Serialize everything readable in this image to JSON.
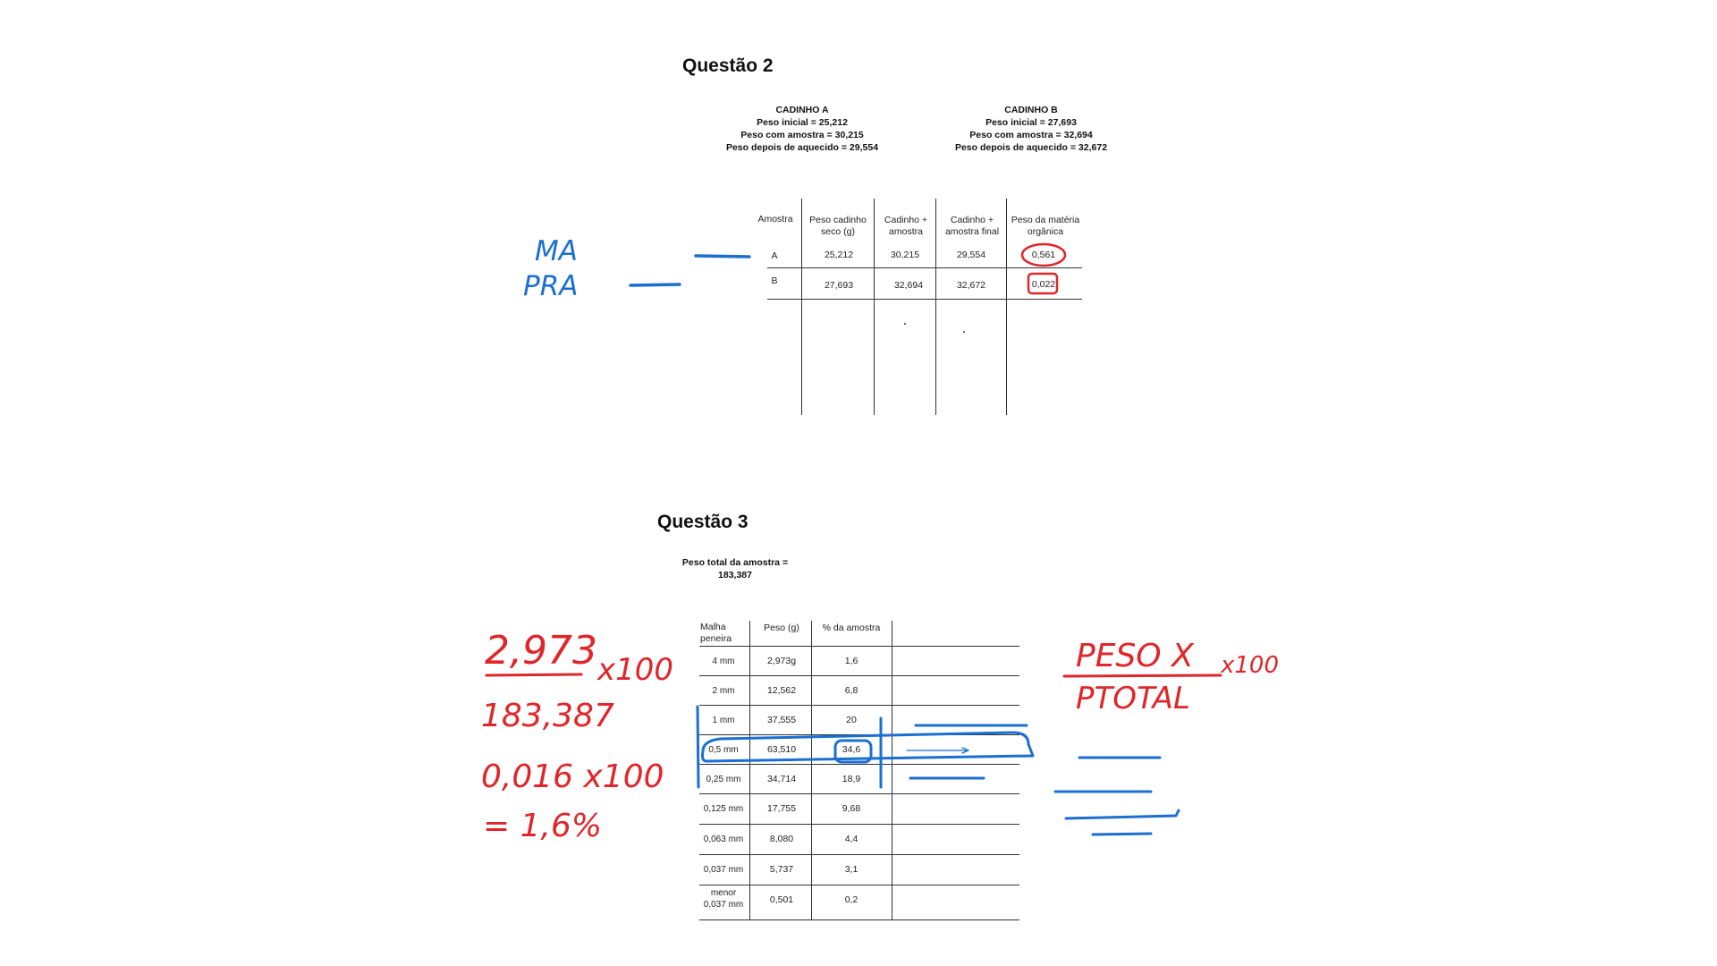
{
  "questao2": {
    "title": "Questão 2",
    "cadinho_a": {
      "name": "CADINHO A",
      "peso_inicial": "Peso inicial = 25,212",
      "peso_com_amostra": "Peso com amostra = 30,215",
      "peso_depois": "Peso depois de aquecido = 29,554"
    },
    "cadinho_b": {
      "name": "CADINHO B",
      "peso_inicial": "Peso inicial = 27,693",
      "peso_com_amostra": "Peso com amostra = 32,694",
      "peso_depois": "Peso depois de aquecido = 32,672"
    },
    "table": {
      "headers": [
        "Amostra",
        "Peso cadinho seco (g)",
        "Cadinho + amostra",
        "Cadinho + amostra final",
        "Peso da matéria orgânica"
      ],
      "rows": [
        [
          "A",
          "25,212",
          "30,215",
          "29,554",
          "0,561"
        ],
        [
          "B",
          "27,693",
          "32,694",
          "32,672",
          "0,022"
        ]
      ]
    }
  },
  "questao3": {
    "title": "Questão 3",
    "peso_total_label": "Peso total da amostra =",
    "peso_total_value": "183,387",
    "table": {
      "headers": [
        "Malha peneira",
        "Peso (g)",
        "% da amostra"
      ],
      "rows": [
        [
          "4 mm",
          "2,973g",
          "1,6"
        ],
        [
          "2 mm",
          "12,562",
          "6,8"
        ],
        [
          "1 mm",
          "37,555",
          "20"
        ],
        [
          "0,5 mm",
          "63,510",
          "34,6"
        ],
        [
          "0,25 mm",
          "34,714",
          "18,9"
        ],
        [
          "0,125 mm",
          "17,755",
          "9,68"
        ],
        [
          "0,063 mm",
          "8,080",
          "4,4"
        ],
        [
          "0,037 mm",
          "5,737",
          "3,1"
        ],
        [
          "menor 0,037 mm",
          "0,501",
          "0,2"
        ]
      ]
    }
  },
  "handwriting": {
    "blue_left": [
      "MA",
      "PRA"
    ],
    "red_numerator": "2,973",
    "red_times1": "x100",
    "red_denominator": "183,387",
    "red_step": "0,016 x100",
    "red_result": "= 1,6%",
    "red_formula_top": "PESO X",
    "red_formula_times": "x100",
    "red_formula_bottom": "PTOTAL"
  },
  "colors": {
    "ink_blue": "#1b6fd1",
    "ink_red": "#e0262a",
    "text": "#111111"
  }
}
